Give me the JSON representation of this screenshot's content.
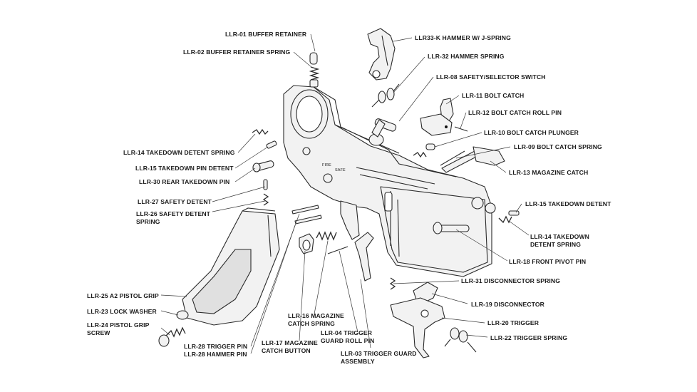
{
  "labels": {
    "buffer_retainer": "LLR-01 BUFFER RETAINER",
    "buffer_retainer_spring": "LLR-02 BUFFER RETAINER SPRING",
    "hammer": "LLR33-K HAMMER W/ J-SPRING",
    "hammer_spring": "LLR-32 HAMMER SPRING",
    "safety_selector": "LLR-08 SAFETY/SELECTOR SWITCH",
    "bolt_catch": "LLR-11 BOLT CATCH",
    "bolt_catch_roll_pin": "LLR-12 BOLT CATCH ROLL PIN",
    "bolt_catch_plunger": "LLR-10 BOLT CATCH PLUNGER",
    "bolt_catch_spring": "LLR-09 BOLT CATCH SPRING",
    "magazine_catch": "LLR-13 MAGAZINE CATCH",
    "takedown_detent_spring_left": "LLR-14 TAKEDOWN DETENT SPRING",
    "takedown_pin_detent": "LLR-15 TAKEDOWN PIN DETENT",
    "rear_takedown_pin": "LLR-30 REAR TAKEDOWN PIN",
    "safety_detent": "LLR-27 SAFETY DETENT",
    "safety_detent_spring_1": "LLR-26 SAFETY DETENT",
    "safety_detent_spring_2": "SPRING",
    "takedown_detent_right": "LLR-15 TAKEDOWN DETENT",
    "takedown_detent_spring_right_1": "LLR-14 TAKEDOWN",
    "takedown_detent_spring_right_2": "DETENT SPRING",
    "front_pivot_pin": "LLR-18 FRONT PIVOT PIN",
    "disconnector_spring": "LLR-31 DISCONNECTOR SPRING",
    "disconnector": "LLR-19 DISCONNECTOR",
    "trigger": "LLR-20 TRIGGER",
    "trigger_spring": "LLR-22 TRIGGER SPRING",
    "pistol_grip": "LLR-25 A2 PISTOL GRIP",
    "lock_washer": "LLR-23 LOCK WASHER",
    "pistol_grip_screw_1": "LLR-24 PISTOL GRIP",
    "pistol_grip_screw_2": "SCREW",
    "trigger_pin": "LLR-28 TRIGGER PIN",
    "hammer_pin": "LLR-28 HAMMER PIN",
    "magazine_catch_button_1": "LLR-17 MAGAZINE",
    "magazine_catch_button_2": "CATCH BUTTON",
    "magazine_catch_spring_1": "LLR-16 MAGAZINE",
    "magazine_catch_spring_2": "CATCH SPRING",
    "trigger_guard_roll_pin_1": "LLR-04 TRIGGER",
    "trigger_guard_roll_pin_2": "GUARD ROLL PIN",
    "trigger_guard_assembly_1": "LLR-03 TRIGGER GUARD",
    "trigger_guard_assembly_2": "ASSEMBLY"
  },
  "receiver_markings": {
    "fire": "FIRE",
    "safe": "SAFE"
  }
}
